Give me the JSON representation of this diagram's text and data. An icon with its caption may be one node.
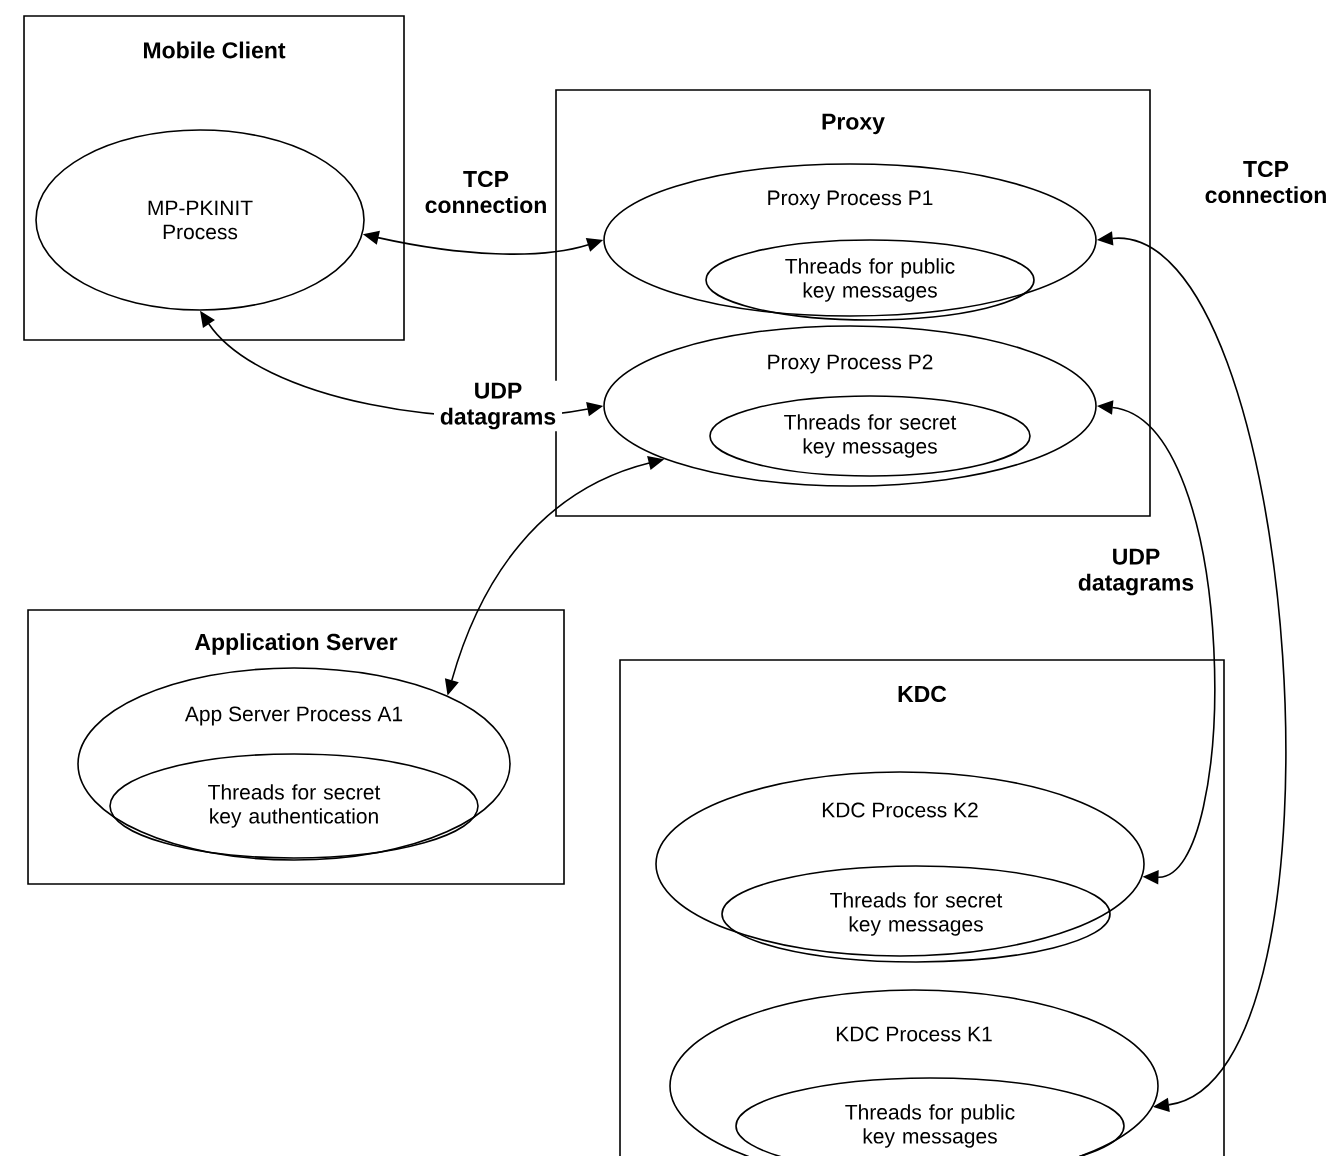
{
  "diagram": {
    "nodes": [
      {
        "text": [
          "Mobile Client"
        ]
      },
      {
        "text": [
          "MP-PKINIT Process"
        ],
        "in": 0
      },
      {
        "text": [
          "Proxy"
        ]
      },
      {
        "text": [
          "Proxy Process P1"
        ],
        "in": 2
      },
      {
        "text": [
          "Threads for public key messages"
        ],
        "in": 3
      },
      {
        "text": [
          "Proxy Process P2"
        ],
        "in": 2
      },
      {
        "text": [
          "Threads for secret key messages"
        ],
        "in": 5
      },
      {
        "text": [
          "Application Server"
        ]
      },
      {
        "text": [
          "App Server Process A1"
        ],
        "in": 7
      },
      {
        "text": [
          "Threads for secret key authentication"
        ],
        "in": 8
      },
      {
        "text": [
          "KDC"
        ]
      },
      {
        "text": [
          "KDC Process K2"
        ],
        "in": 10
      },
      {
        "text": [
          "Threads for secret key messages"
        ],
        "in": 11
      },
      {
        "text": [
          "KDC Process K1"
        ],
        "in": 10
      },
      {
        "text": [
          "Threads for public key messages"
        ],
        "in": 13
      }
    ],
    "edges": [
      {
        "from": 1,
        "to": 3,
        "arrow": "both",
        "label": "TCP connection"
      },
      {
        "from": 1,
        "to": 5,
        "arrow": "both",
        "label": "UDP datagrams"
      },
      {
        "from": 5,
        "to": 8,
        "arrow": "both"
      },
      {
        "from": 3,
        "to": 13,
        "arrow": "both",
        "label": "TCP connection"
      },
      {
        "from": 5,
        "to": 11,
        "arrow": "both",
        "label": "UDP datagrams"
      }
    ]
  }
}
